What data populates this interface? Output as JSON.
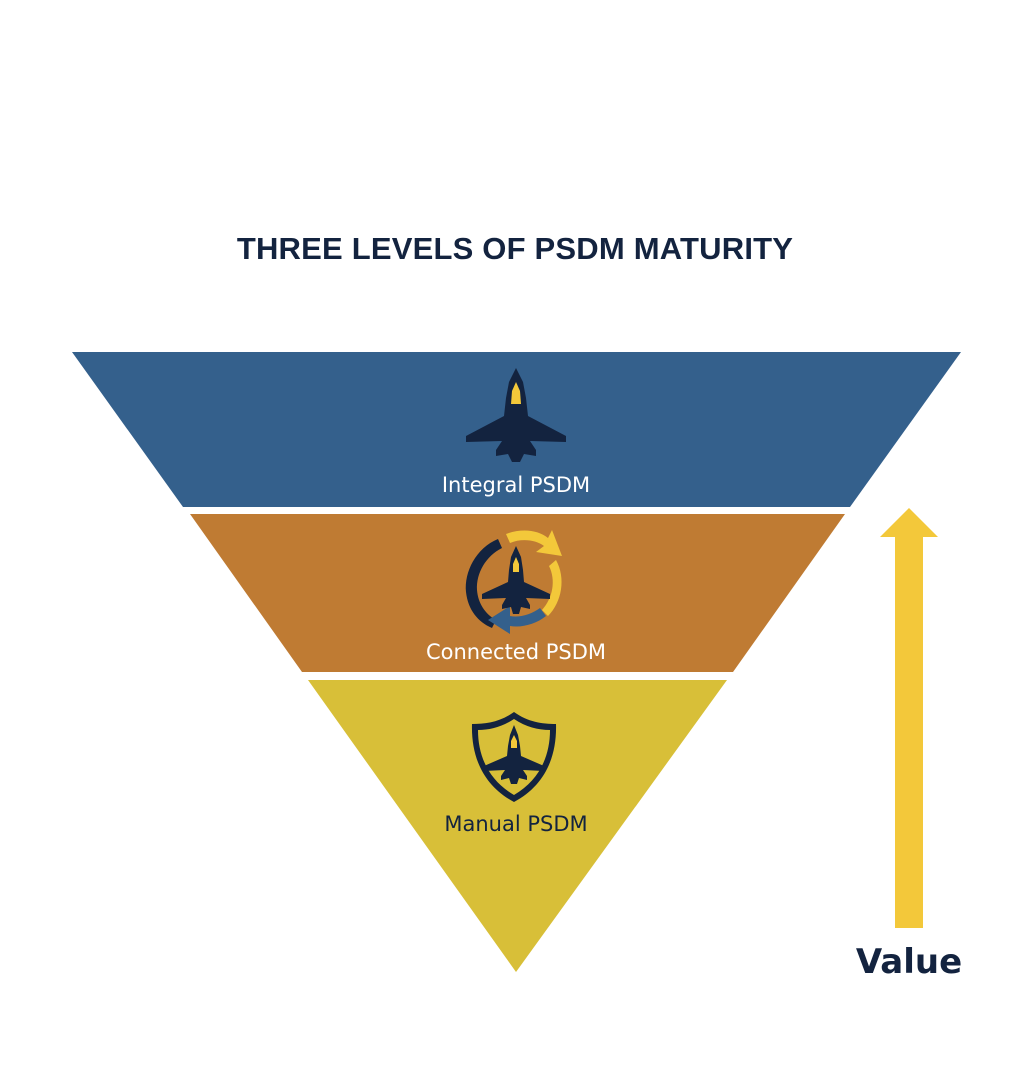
{
  "title": "THREE LEVELS OF PSDM MATURITY",
  "levels": [
    {
      "label": "Integral PSDM",
      "color": "#34608c",
      "text_color": "#ffffff",
      "icon": "jet-icon"
    },
    {
      "label": "Connected PSDM",
      "color": "#bf7b33",
      "text_color": "#ffffff",
      "icon": "jet-cycle-arrows-icon"
    },
    {
      "label": "Manual PSDM",
      "color": "#d8bf38",
      "text_color": "#13233f",
      "icon": "jet-shield-icon"
    }
  ],
  "value_arrow": {
    "label": "Value",
    "color": "#f3c83a",
    "label_color": "#13233f"
  },
  "icon_colors": {
    "dark": "#13233f",
    "gold": "#f3c83a",
    "blue": "#34608c"
  }
}
